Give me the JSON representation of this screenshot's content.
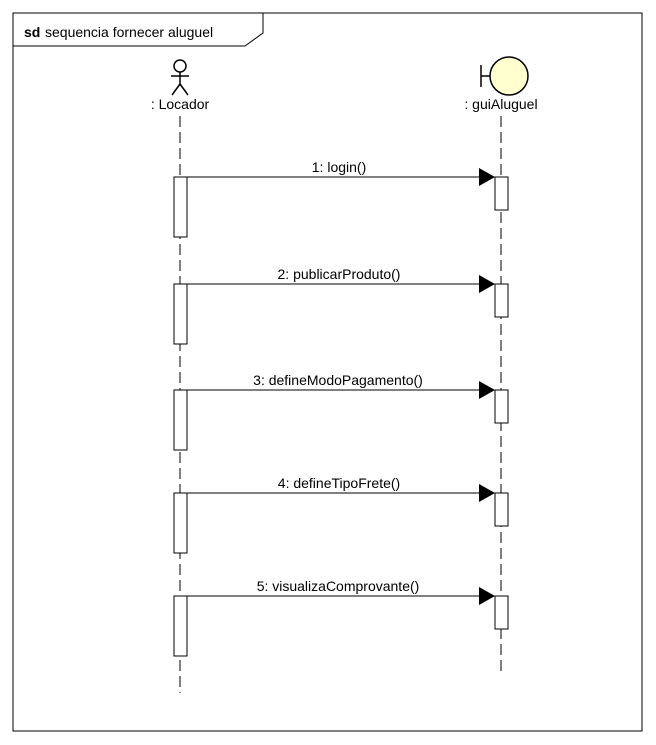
{
  "frame": {
    "keyword": "sd",
    "title": "sequencia fornecer aluguel"
  },
  "participants": [
    {
      "id": "locador",
      "label": ": Locador",
      "kind": "actor"
    },
    {
      "id": "gui",
      "label": ": guiAluguel",
      "kind": "boundary"
    }
  ],
  "messages": [
    {
      "label": "1: login()"
    },
    {
      "label": "2: publicarProduto()"
    },
    {
      "label": "3: defineModoPagamento()"
    },
    {
      "label": "4: defineTipoFrete()"
    },
    {
      "label": "5: visualizaComprovante()"
    }
  ],
  "colors": {
    "boundary_fill": "#FEFECE",
    "line": "#000000"
  }
}
